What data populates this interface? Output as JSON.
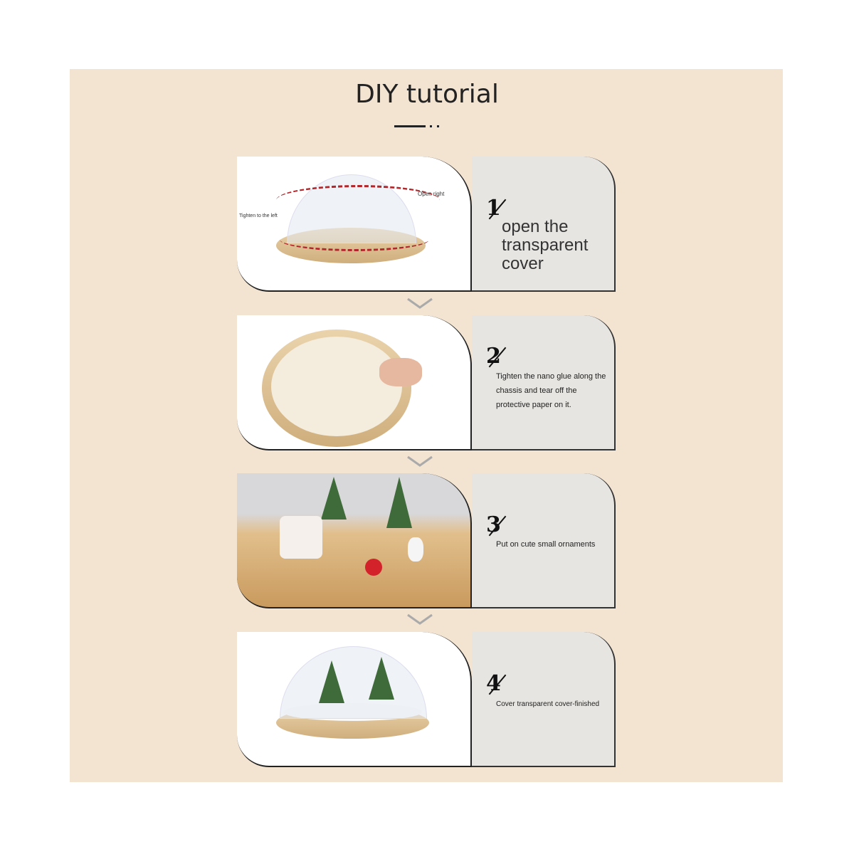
{
  "title": "DIY tutorial",
  "steps": [
    {
      "number": "1",
      "text": "open the transparent cover",
      "image_labels": {
        "right": "Open right",
        "left": "Tighten to the left"
      }
    },
    {
      "number": "2",
      "text": "Tighten the nano glue along the chassis and tear off the protective paper on it."
    },
    {
      "number": "3",
      "text": "Put on cute small ornaments"
    },
    {
      "number": "4",
      "text": "Cover transparent cover-finished"
    }
  ],
  "colors": {
    "background": "#f3e3d1",
    "card_text_bg": "#e7e5e1",
    "arrow": "#b0262a"
  }
}
